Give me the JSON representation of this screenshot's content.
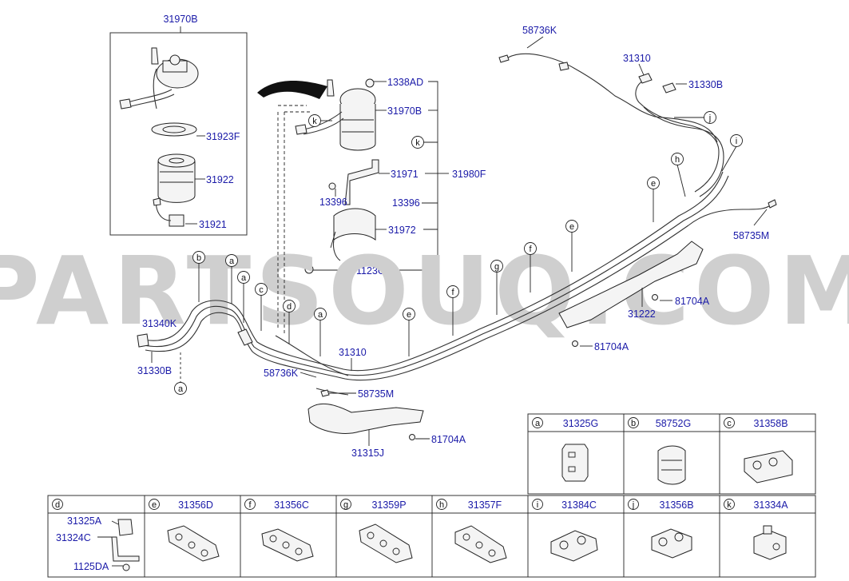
{
  "watermark": "PARTSOUQ.COM",
  "labels": {
    "l31970B_top": "31970B",
    "l31923F": "31923F",
    "l31922": "31922",
    "l31921": "31921",
    "l1338AD": "1338AD",
    "l31970B": "31970B",
    "l31971": "31971",
    "l31980F": "31980F",
    "l13396a": "13396",
    "l13396b": "13396",
    "l31972": "31972",
    "l1123GF": "1123GF",
    "l58736K_top": "58736K",
    "l31310_top": "31310",
    "l31330B_top": "31330B",
    "l58735M_right": "58735M",
    "l31340K": "31340K",
    "l31330B": "31330B",
    "l31310": "31310",
    "l58736K": "58736K",
    "l58735M": "58735M",
    "l31315J": "31315J",
    "l81704A_a": "81704A",
    "l31222": "31222",
    "l81704A_b": "81704A",
    "l81704A_c": "81704A"
  },
  "callouts": [
    "a",
    "b",
    "c",
    "d",
    "e",
    "f",
    "g",
    "h",
    "i",
    "j",
    "k"
  ],
  "legend_top": [
    {
      "letter": "a",
      "part": "31325G"
    },
    {
      "letter": "b",
      "part": "58752G"
    },
    {
      "letter": "c",
      "part": "31358B"
    }
  ],
  "legend_bottom": [
    {
      "letter": "d",
      "part": ""
    },
    {
      "letter": "e",
      "part": "31356D"
    },
    {
      "letter": "f",
      "part": "31356C"
    },
    {
      "letter": "g",
      "part": "31359P"
    },
    {
      "letter": "h",
      "part": "31357F"
    },
    {
      "letter": "i",
      "part": "31384C"
    },
    {
      "letter": "j",
      "part": "31356B"
    },
    {
      "letter": "k",
      "part": "31334A"
    }
  ],
  "legend_d_parts": {
    "p31325A": "31325A",
    "p31324C": "31324C",
    "p1125DA": "1125DA"
  }
}
